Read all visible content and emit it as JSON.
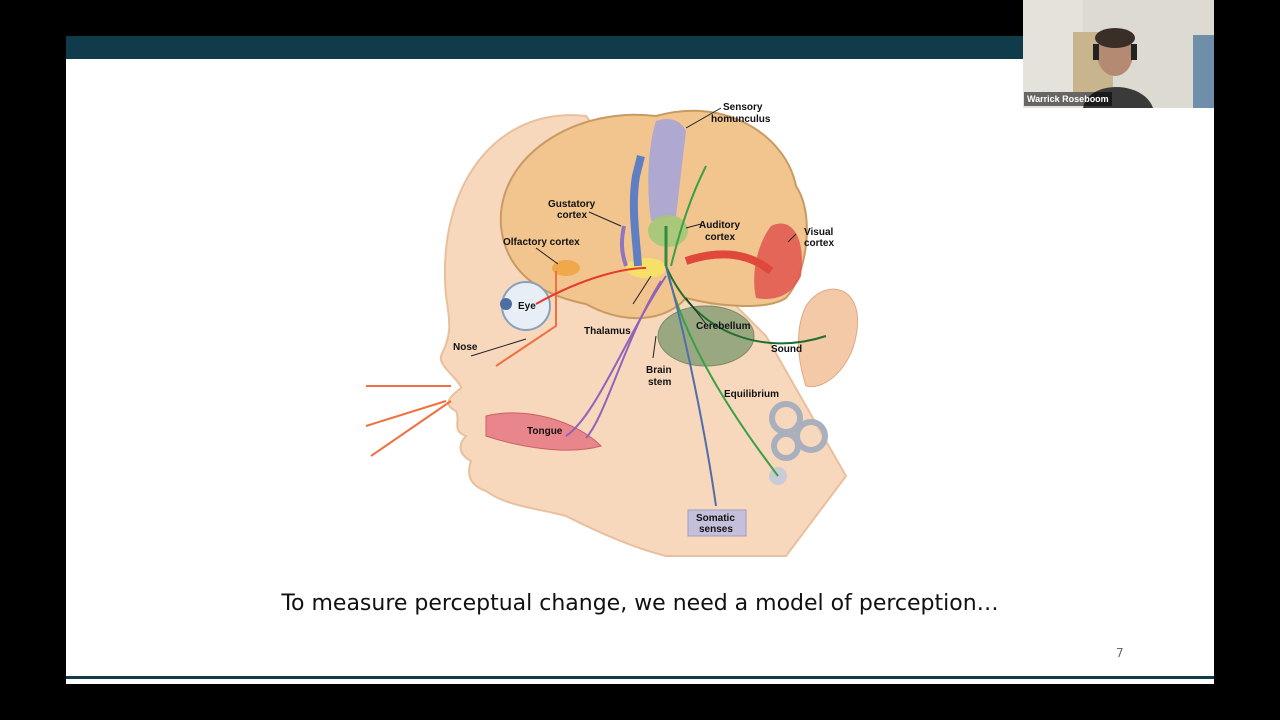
{
  "slide": {
    "caption": "To measure perceptual change, we need a model of perception…",
    "page_number": "7"
  },
  "figure_labels": {
    "sensory_homunculus_1": "Sensory",
    "sensory_homunculus_2": "homunculus",
    "gustatory_1": "Gustatory",
    "gustatory_2": "cortex",
    "auditory_1": "Auditory",
    "auditory_2": "cortex",
    "visual_1": "Visual",
    "visual_2": "cortex",
    "olfactory": "Olfactory cortex",
    "eye": "Eye",
    "thalamus": "Thalamus",
    "cerebellum": "Cerebellum",
    "nose": "Nose",
    "sound": "Sound",
    "brain_stem_1": "Brain",
    "brain_stem_2": "stem",
    "equilibrium": "Equilibrium",
    "tongue": "Tongue",
    "somatic_1": "Somatic",
    "somatic_2": "senses"
  },
  "video": {
    "participant_name": "Warrick Roseboom"
  }
}
